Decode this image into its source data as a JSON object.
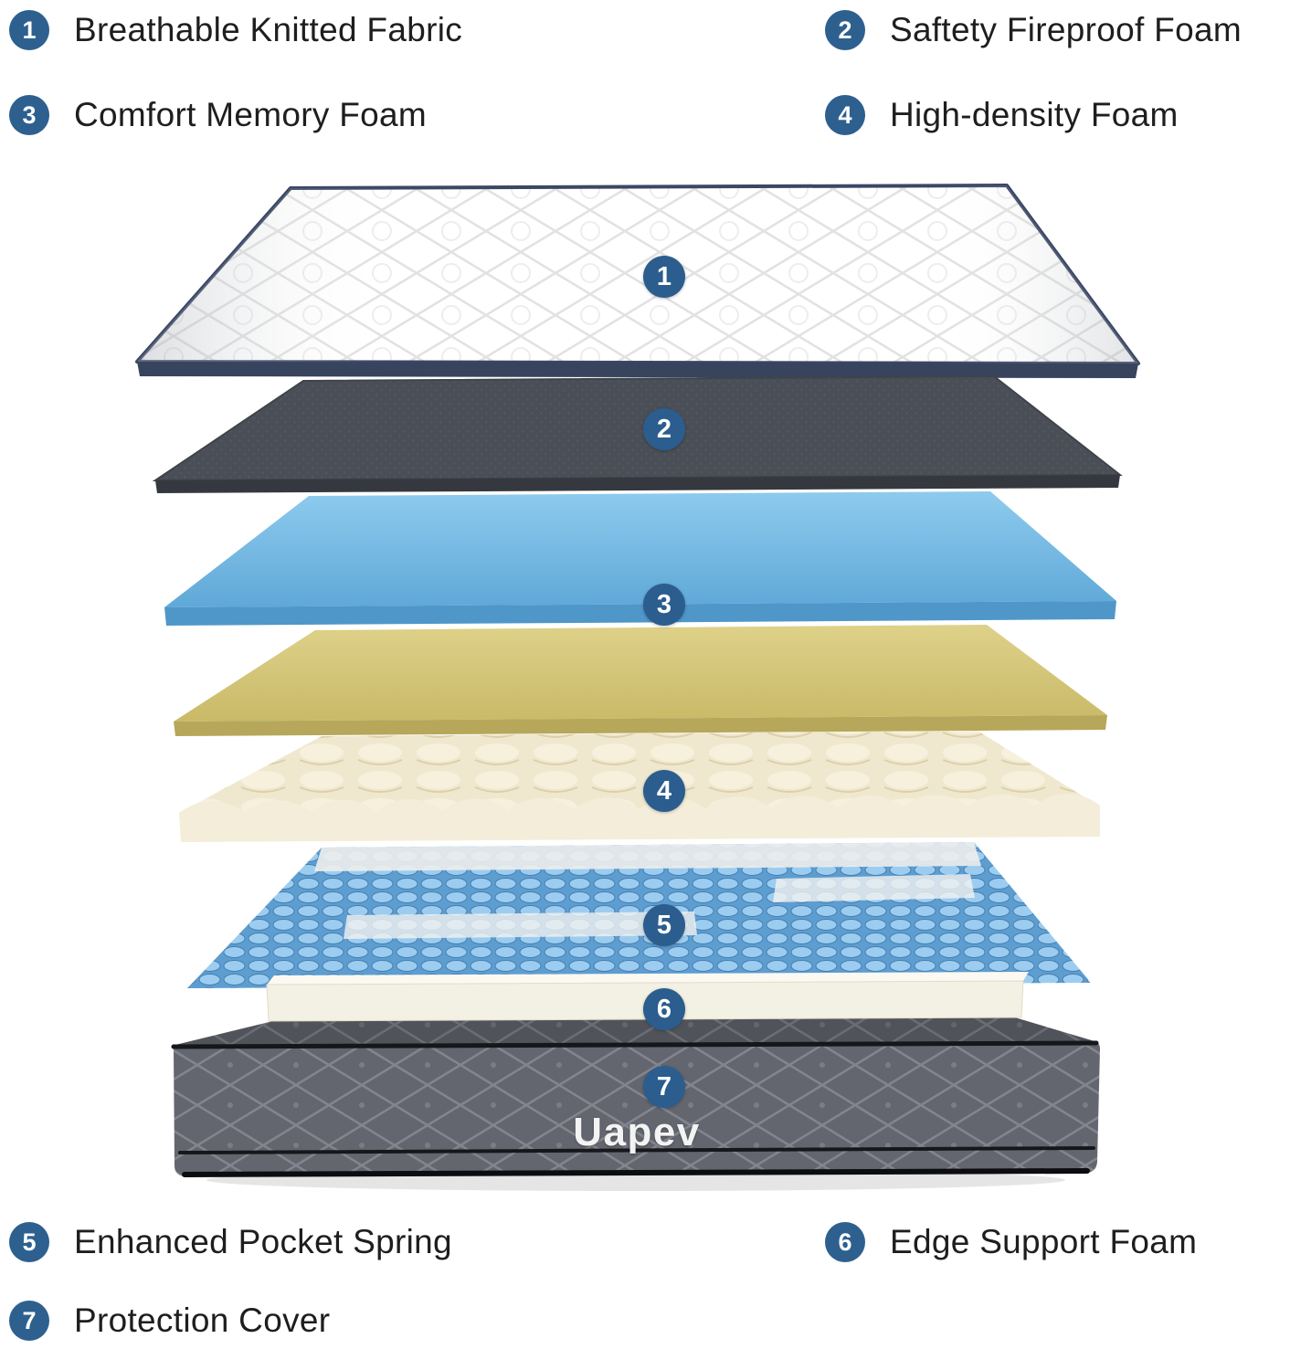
{
  "page": {
    "background": "#ffffff"
  },
  "legend": {
    "top": [
      {
        "num": "1",
        "label": "Breathable Knitted Fabric"
      },
      {
        "num": "2",
        "label": "Saftety Fireproof Foam"
      },
      {
        "num": "3",
        "label": "Comfort Memory Foam"
      },
      {
        "num": "4",
        "label": "High-density Foam"
      }
    ],
    "bottom": [
      {
        "num": "5",
        "label": "Enhanced Pocket Spring"
      },
      {
        "num": "6",
        "label": "Edge Support Foam"
      },
      {
        "num": "7",
        "label": "Protection Cover"
      }
    ]
  },
  "diagram": {
    "brand": "Uapev",
    "badges": [
      "1",
      "2",
      "3",
      "4",
      "5",
      "6",
      "7"
    ],
    "badge_color": "#2d608f",
    "layers": [
      {
        "num": "1",
        "name": "Breathable Knitted Fabric",
        "color": "#ffffff"
      },
      {
        "num": "2",
        "name": "Saftety Fireproof Foam",
        "color": "#4a4e56"
      },
      {
        "num": "3",
        "name": "Comfort Memory Foam",
        "color": "#74b7e2"
      },
      {
        "num": "4",
        "name": "High-density Foam",
        "color": "#d5c77a"
      },
      {
        "num": "5",
        "name": "Enhanced Pocket Spring",
        "color": "#8fc3ee"
      },
      {
        "num": "6",
        "name": "Edge Support Foam",
        "color": "#f3f0e4"
      },
      {
        "num": "7",
        "name": "Protection Cover",
        "color": "#63666e"
      }
    ]
  }
}
